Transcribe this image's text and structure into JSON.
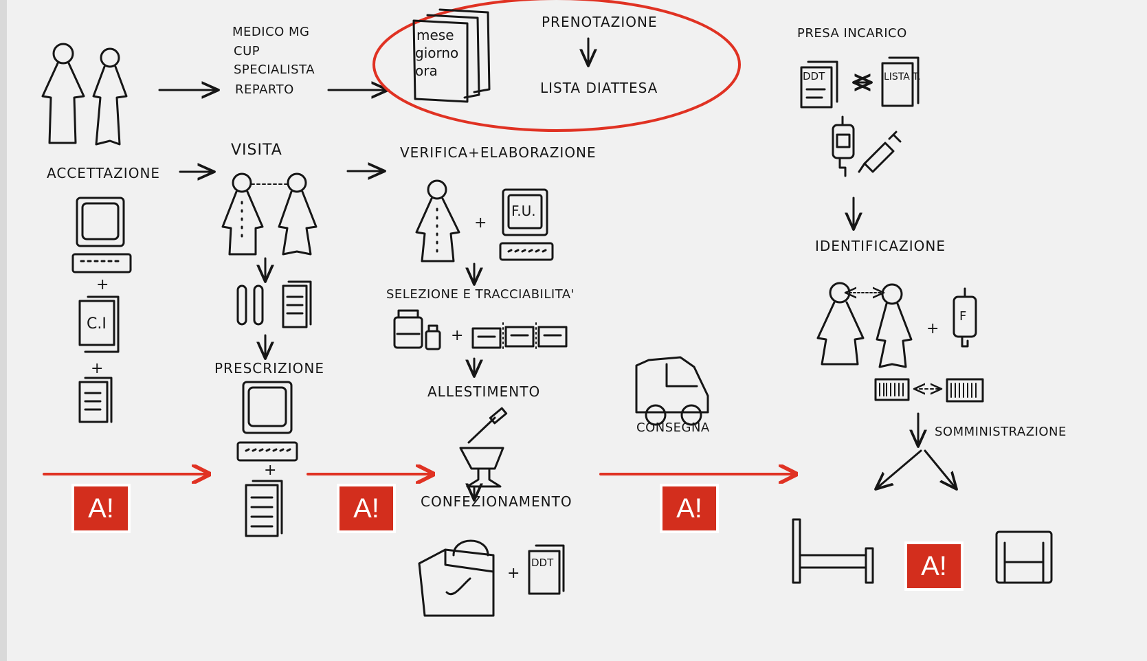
{
  "colors": {
    "paper": "#f1f1f1",
    "ink": "#161616",
    "accent": "#e03223",
    "badge": "#d32e1d"
  },
  "routing": {
    "lines": [
      "MEDICO MG",
      "CUP",
      "SPECIALISTA",
      "REPARTO"
    ]
  },
  "booking": {
    "calendar": [
      "mese",
      "giorno",
      "ora"
    ],
    "title": "PRENOTAZIONE",
    "waiting_list": "LISTA DIATTESA"
  },
  "steps": {
    "acceptance": "ACCETTAZIONE",
    "ci_card": "C.I",
    "visit": "VISITA",
    "prescription": "PRESCRIZIONE",
    "verification": "VERIFICA+ELABORAZIONE",
    "fu_screen": "F.U.",
    "selection": "SELEZIONE E TRACCIABILITA'",
    "preparation": "ALLESTIMENTO",
    "packaging": "CONFEZIONAMENTO",
    "ddt_doc": "DDT",
    "delivery": "CONSEGNA",
    "take_charge": "PRESA INCARICO",
    "list_t": "LISTA T.",
    "identification": "IDENTIFICAZIONE",
    "bag_label": "F",
    "administration": "SOMMINISTRAZIONE"
  },
  "plus_sign": "+",
  "alert_label": "A!"
}
